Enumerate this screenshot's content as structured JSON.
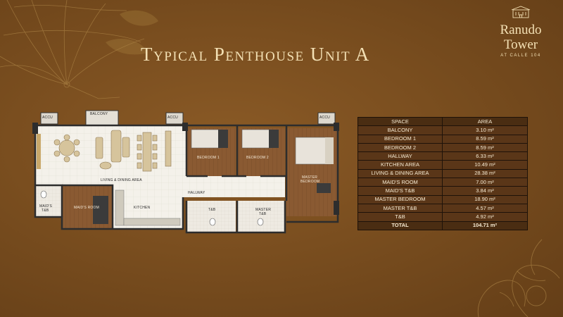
{
  "title": "Typical Penthouse Unit A",
  "logo": {
    "name_line1": "Ranudo",
    "name_line2": "Tower",
    "sub": "AT CALLE 104"
  },
  "plan_labels": {
    "accu": "ACCU",
    "balcony": "BALCONY",
    "living_dining": "LIVING & DINING AREA",
    "bedroom1": "BEDROOM 1",
    "bedroom2": "BEDROOM 2",
    "master_bedroom_1": "MASTER",
    "master_bedroom_2": "BEDROOM",
    "hallway": "HALLWAY",
    "kitchen": "KITCHEN",
    "maids_room": "MAID'S ROOM",
    "maids_tb_1": "MAID'S",
    "maids_tb_2": "T&B",
    "tb": "T&B",
    "master_tb_1": "MASTER",
    "master_tb_2": "T&B"
  },
  "table": {
    "headers": [
      "SPACE",
      "AREA"
    ],
    "rows": [
      [
        "BALCONY",
        "3.10 m²"
      ],
      [
        "BEDROOM 1",
        "8.59 m²"
      ],
      [
        "BEDROOM 2",
        "8.59 m²"
      ],
      [
        "HALLWAY",
        "6.33 m²"
      ],
      [
        "KITCHEN AREA",
        "10.49 m²"
      ],
      [
        "LIVING & DINING AREA",
        "28.38 m²"
      ],
      [
        "MAID'S ROOM",
        "7.00 m²"
      ],
      [
        "MAID'S T&B",
        "3.84 m²"
      ],
      [
        "MASTER BEDROOM",
        "18.90 m²"
      ],
      [
        "MASTER T&B",
        "4.57 m²"
      ],
      [
        "T&B",
        "4.92 m²"
      ]
    ],
    "total": [
      "TOTAL",
      "104.71 m²"
    ]
  }
}
